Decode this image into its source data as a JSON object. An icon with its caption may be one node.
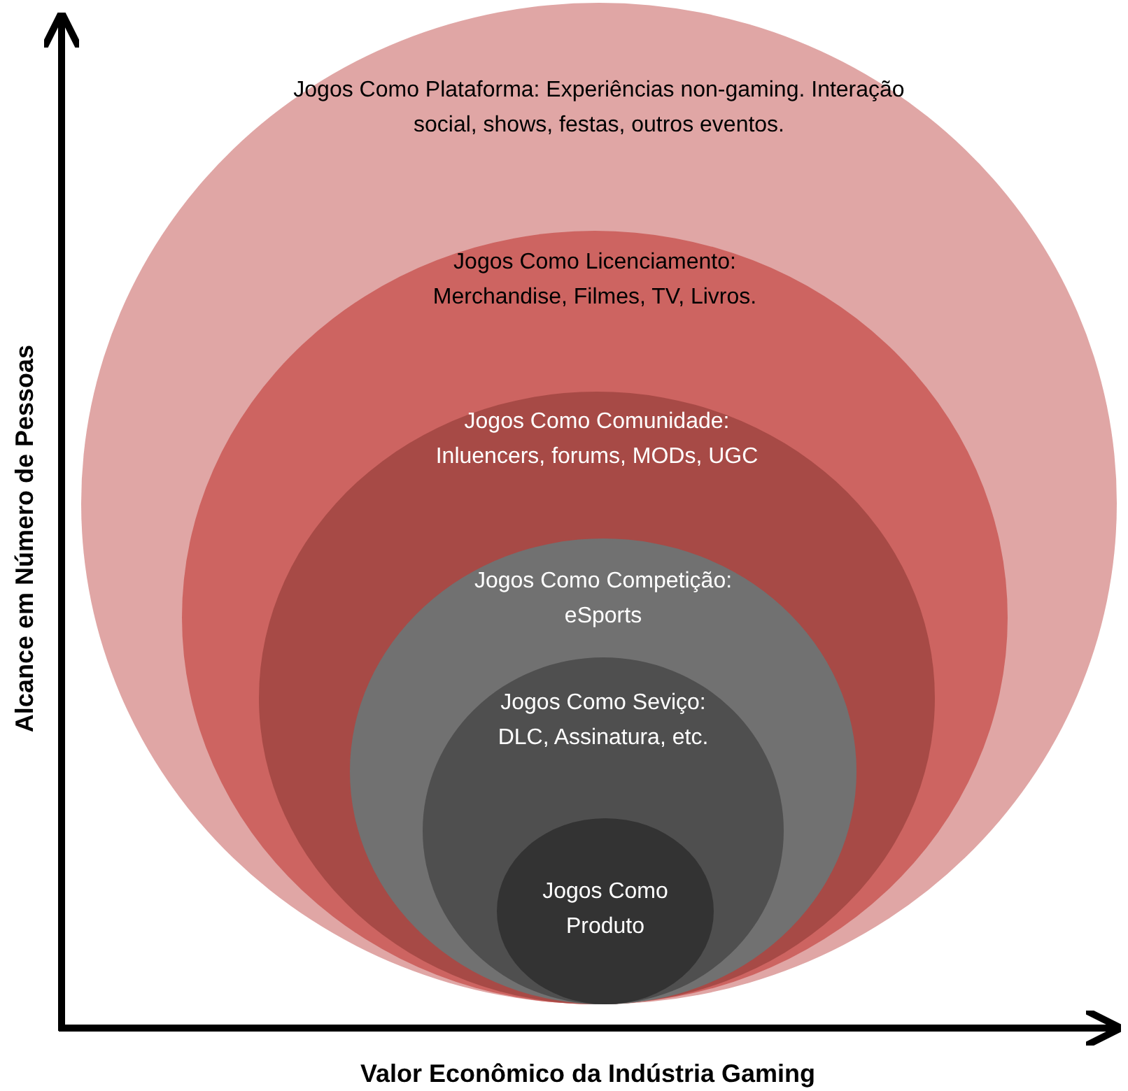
{
  "diagram": {
    "nodes": [
      {
        "text": [
          "Jogos Como Plataforma: Experiências non-gaming. Interação social, shows, festas, outros eventos."
        ]
      },
      {
        "text": [
          "Jogos Como Licenciamento: Merchandise, Filmes, TV, Livros."
        ],
        "in": 0
      },
      {
        "text": [
          "Jogos Como Comunidade: Inluencers, forums, MODs, UGC"
        ],
        "in": 1
      },
      {
        "text": [
          "Jogos Como Competição: eSports"
        ],
        "in": 2
      },
      {
        "text": [
          "Jogos Como Seviço: DLC, Assinatura, etc."
        ],
        "in": 3
      },
      {
        "text": [
          "Jogos Como Produto"
        ],
        "in": 4
      }
    ],
    "labels": [
      "Alcance em Número de Pessoas",
      "Valor Econômico da Indústria Gaming"
    ]
  }
}
